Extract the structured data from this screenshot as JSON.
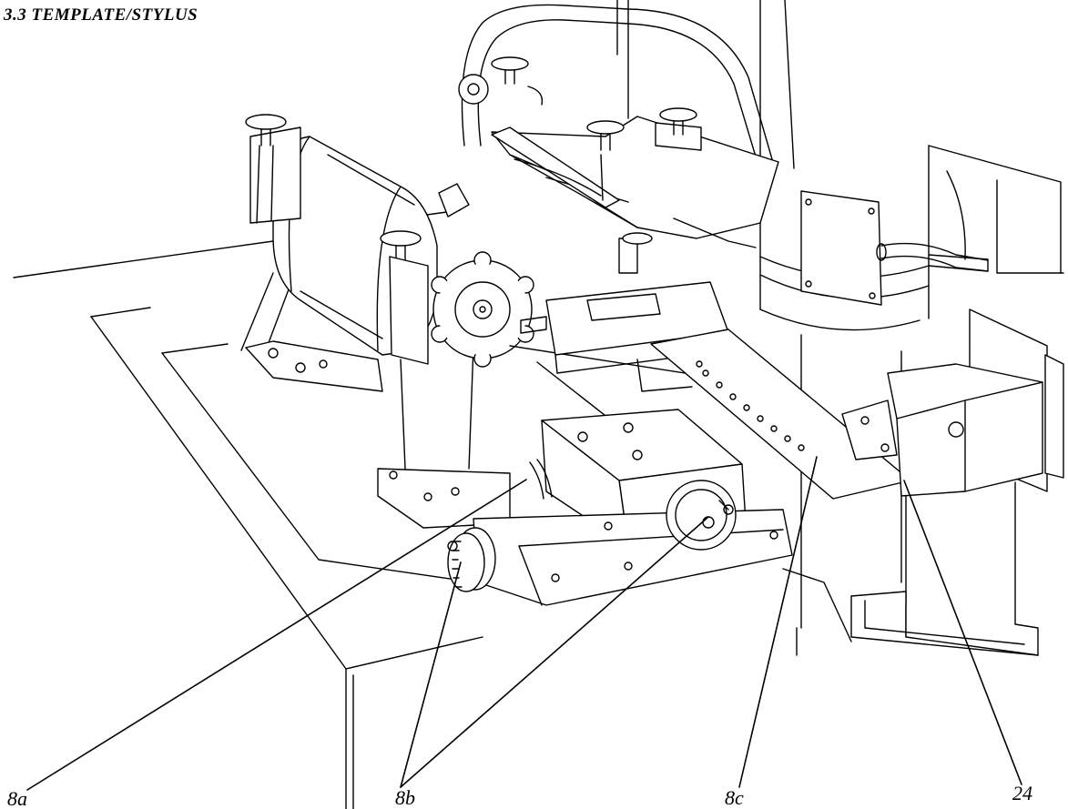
{
  "heading": "3.3 TEMPLATE/STYLUS",
  "callouts": [
    "8a",
    "8b",
    "8c",
    "24"
  ],
  "colors": {
    "ink": "#000000",
    "paper": "#ffffff"
  }
}
